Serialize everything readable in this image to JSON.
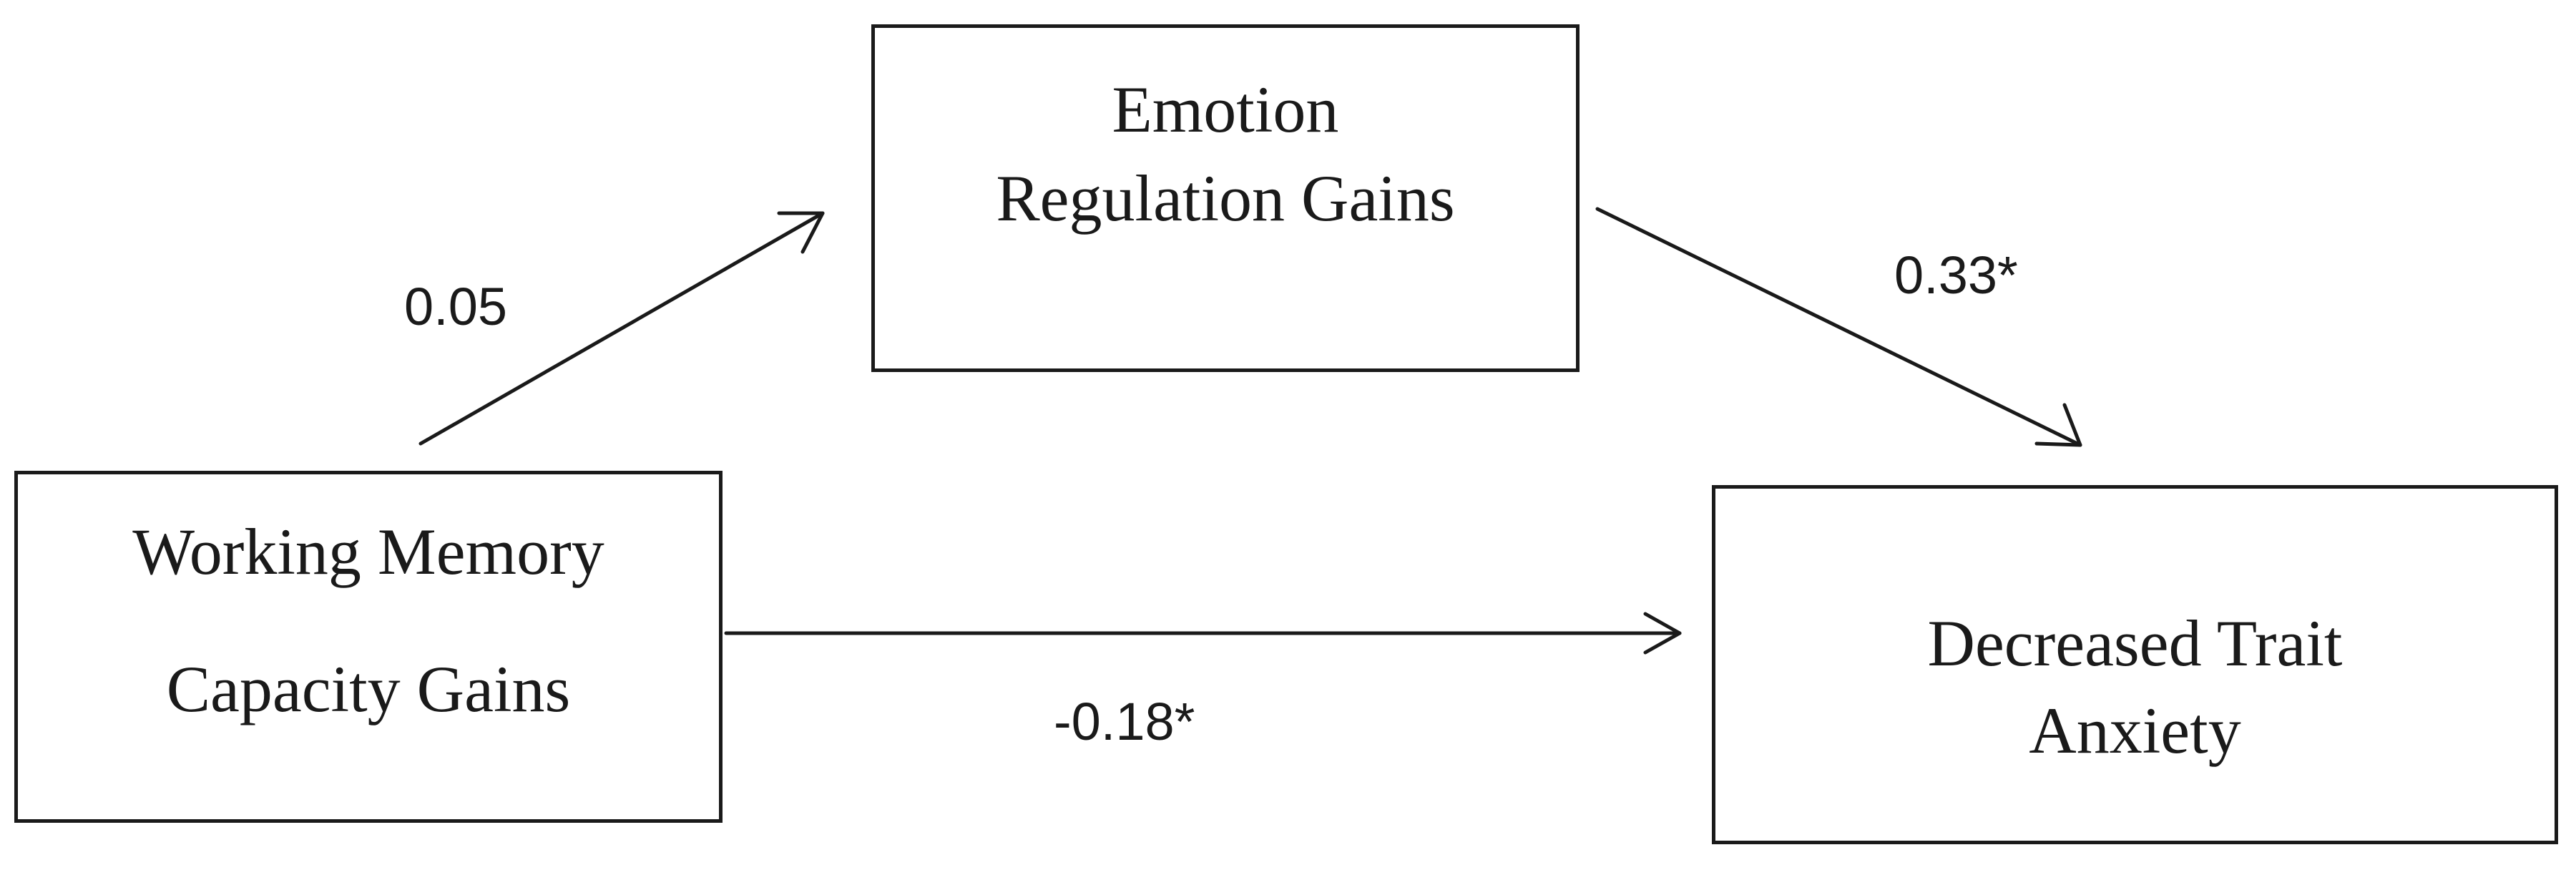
{
  "nodes": {
    "emotion_regulation": {
      "line1": "Emotion",
      "line2": "Regulation Gains"
    },
    "working_memory": {
      "line1": "Working Memory",
      "line2": "Capacity Gains"
    },
    "trait_anxiety": {
      "line1": "Decreased Trait",
      "line2": "Anxiety"
    }
  },
  "paths": {
    "wm_to_er": "0.05",
    "er_to_anxiety": "0.33*",
    "wm_to_anxiety": "-0.18*"
  },
  "colors": {
    "stroke": "#1a1a1a",
    "background": "#ffffff"
  }
}
